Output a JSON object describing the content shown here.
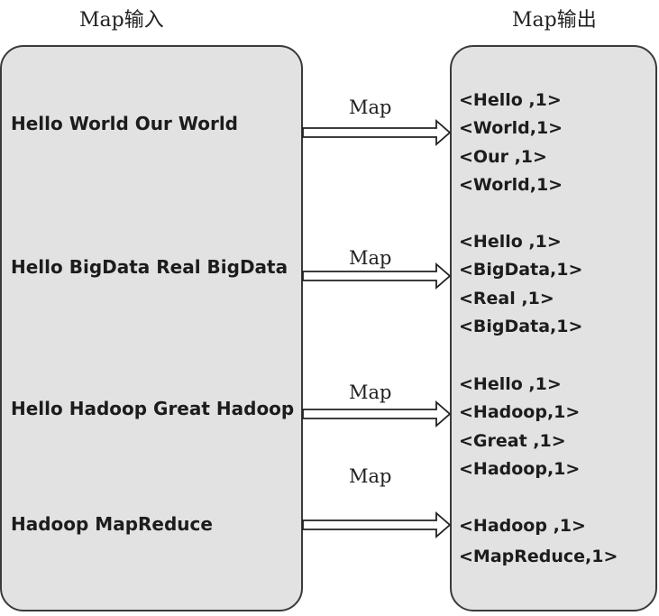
{
  "headers": {
    "input": "Map输入",
    "output": "Map输出"
  },
  "input_lines": [
    "Hello World Our World",
    "Hello BigData Real BigData",
    "Hello Hadoop Great Hadoop",
    "Hadoop MapReduce"
  ],
  "map_labels": [
    "Map",
    "Map",
    "Map",
    "Map"
  ],
  "outputs": [
    [
      "<Hello ,1>",
      "<World,1>",
      "<Our ,1>",
      "<World,1>"
    ],
    [
      "<Hello ,1>",
      "<BigData,1>",
      "<Real ,1>",
      "<BigData,1>"
    ],
    [
      "<Hello ,1>",
      "<Hadoop,1>",
      "<Great ,1>",
      "<Hadoop,1>"
    ],
    [
      "<Hadoop ,1>",
      "<MapReduce,1>"
    ]
  ],
  "colors": {
    "box_fill": "#e2e2e2",
    "box_border": "#3a3a3a",
    "arrow_fill": "#ffffff",
    "arrow_stroke": "#222222"
  }
}
